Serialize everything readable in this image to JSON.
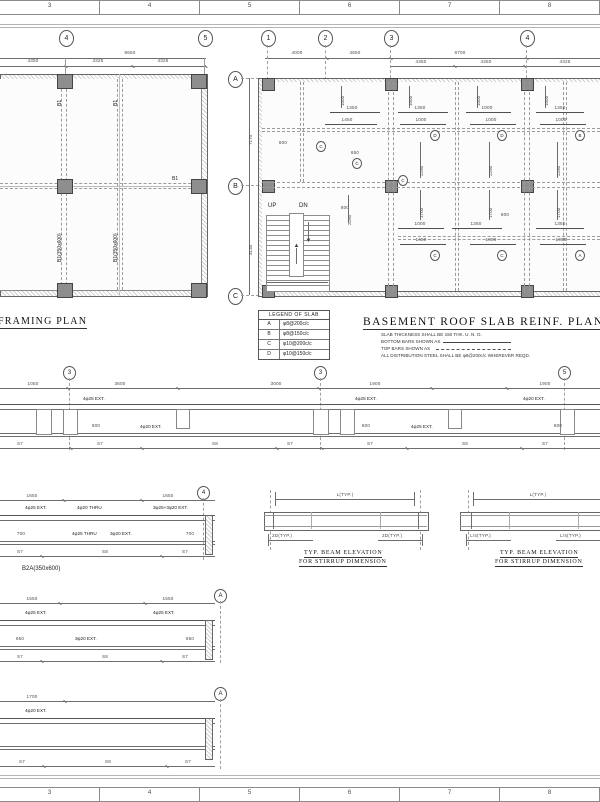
{
  "sheet": {
    "border_columns_top": [
      "3",
      "4",
      "5",
      "6",
      "7",
      "8"
    ],
    "border_columns_bottom": [
      "3",
      "4",
      "5",
      "6",
      "7",
      "8"
    ]
  },
  "framing_plan": {
    "title": "FRAMING  PLAN",
    "grid_top_bubbles": [
      "4",
      "5"
    ],
    "top_overall_dim": "8650",
    "top_dims": [
      "4350",
      "4325",
      "4325"
    ],
    "beam_labels": [
      {
        "text": "B1",
        "orient": "v"
      },
      {
        "text": "B1",
        "orient": "v"
      },
      {
        "text": "B1",
        "orient": "h"
      },
      {
        "text": "B1(350x600)",
        "orient": "v"
      },
      {
        "text": "B1(350x600)",
        "orient": "v"
      }
    ]
  },
  "slab_plan": {
    "title": "BASEMENT  ROOF  SLAB  REINF.  PLAN",
    "notes": [
      "SLAB THICKNESS SHALL BE 150 THK. U. N. O.",
      "BOTTOM BARS SHOWN AS",
      "TOP BARS SHOWN AS",
      "ALL DISTRIBUTION STEEL SHALL BE   φ8@200c/c WHEREVER REQD."
    ],
    "grid_top_bubbles": [
      "1",
      "2",
      "3",
      "4"
    ],
    "grid_left_bubbles": [
      "A",
      "B",
      "C"
    ],
    "top_dims_main": [
      "4000",
      "4650",
      "8700"
    ],
    "top_dims_sub": [
      "4350",
      "4350",
      "4325"
    ],
    "left_dims": [
      "7170",
      "3130"
    ],
    "stair": {
      "up": "UP",
      "dn": "DN"
    },
    "rebar_dims": [
      "1000",
      "1350",
      "1000",
      "1450",
      "1000",
      "650",
      "1000",
      "1700",
      "2250",
      "2250",
      "1700",
      "800",
      "1350",
      "1350",
      "1000"
    ],
    "slab_marks": [
      "A",
      "B",
      "C",
      "D"
    ]
  },
  "legend": {
    "header": "LEGEND OF SLAB",
    "rows": [
      {
        "key": "A",
        "value": "φ8@200c/c"
      },
      {
        "key": "B",
        "value": "φ8@150c/c"
      },
      {
        "key": "C",
        "value": "φ10@200c/c"
      },
      {
        "key": "D",
        "value": "φ10@150c/c"
      }
    ]
  },
  "beam_sections": [
    {
      "id": "section-upper",
      "left_dims": [
        "1050",
        "3600",
        "800"
      ],
      "mid_dims": [
        "3000",
        "1900"
      ],
      "right_dims": [
        "1900",
        "800"
      ],
      "bar_calls": [
        "4φ25 EXT.",
        "4φ20 EXT.",
        "4φ25 EXT.",
        "4φ25 EXT.",
        "4φ20 EXT."
      ],
      "stirrup_zones": [
        "S7",
        "S7",
        "S8",
        "S7",
        "S7",
        "S8",
        "S7"
      ],
      "bubbles": [
        "3",
        "3",
        "5"
      ]
    },
    {
      "id": "section-b2a",
      "label": "B2A(350x600)",
      "dims": [
        "1650",
        "1650",
        "700",
        "700"
      ],
      "bar_calls": [
        "4φ25 EXT.",
        "4φ20 THRU",
        "3φ25+3φ20 EXT.",
        "4φ25 THRU",
        "3φ20 EXT."
      ],
      "stirrup_zones": [
        "S7",
        "S8",
        "S7"
      ],
      "bubbles": [
        "4"
      ]
    },
    {
      "id": "section-third",
      "dims": [
        "1550",
        "1550",
        "650",
        "650"
      ],
      "bar_calls": [
        "4φ25 EXT.",
        "4φ25 EXT.",
        "3φ20 EXT."
      ],
      "stirrup_zones": [
        "S7",
        "S8",
        "S7"
      ],
      "bubbles": [
        "A"
      ]
    },
    {
      "id": "section-bottom",
      "dims": [
        "1700"
      ],
      "bar_calls": [
        "4φ20 EXT."
      ],
      "stirrup_zones": [
        "S7",
        "S8",
        "S7"
      ],
      "bubbles": [
        "A"
      ]
    }
  ],
  "beam_elevations": [
    {
      "id": "elev-left",
      "title_line1": "TYP. BEAM ELEVATION",
      "title_line2": "FOR STIRRUP DIMENSION",
      "span_label": "L(TYP.)",
      "end_labels": [
        "2D(TYP.)",
        "2D(TYP.)"
      ]
    },
    {
      "id": "elev-right",
      "title_line1": "TYP. BEAM ELEVATION",
      "title_line2": "FOR STIRRUP DIMENSION",
      "span_label": "L(TYP.)",
      "end_labels": [
        "L/4(TYP.)",
        "L/4(TYP.)"
      ]
    }
  ]
}
